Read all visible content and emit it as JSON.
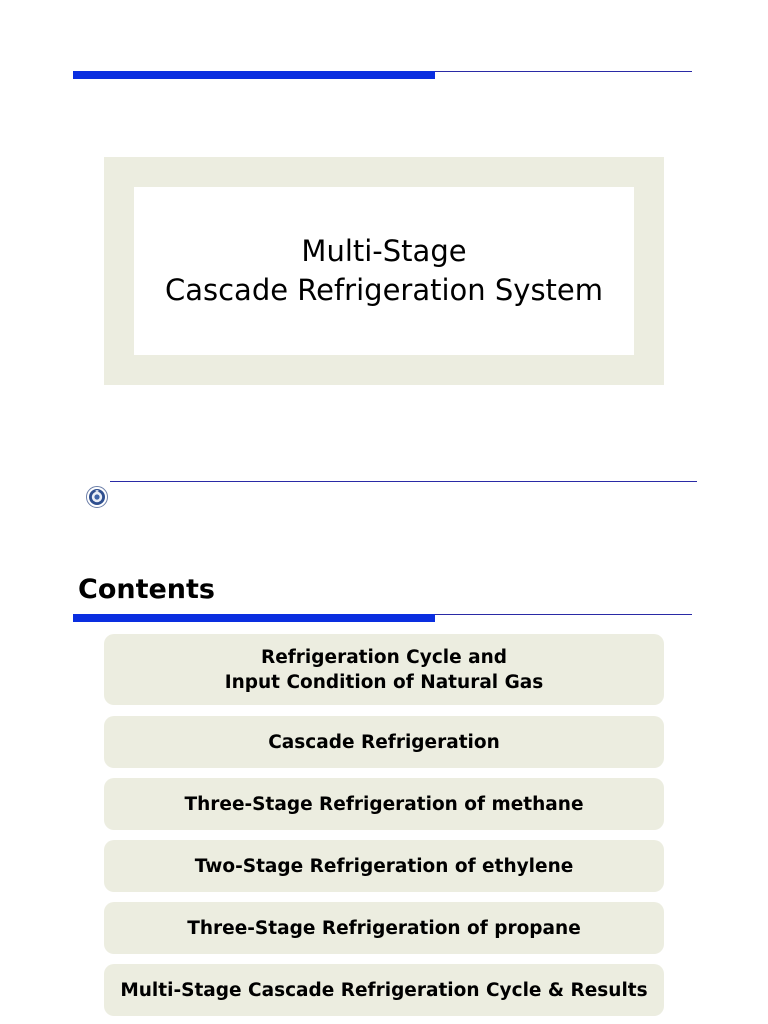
{
  "colors": {
    "accent_blue": "#0a2ee0",
    "rule_thin": "#2a2aa6",
    "panel_bg": "#ecede0"
  },
  "title_slide": {
    "title_line1": "Multi-Stage",
    "title_line2": "Cascade Refrigeration System",
    "logo_icon": "university-seal-icon"
  },
  "contents_slide": {
    "heading": "Contents",
    "items": [
      {
        "line1": "Refrigeration Cycle and",
        "line2": "Input Condition of Natural Gas"
      },
      {
        "line1": "Cascade Refrigeration"
      },
      {
        "line1": "Three-Stage Refrigeration of methane"
      },
      {
        "line1": "Two-Stage Refrigeration of ethylene"
      },
      {
        "line1": "Three-Stage Refrigeration of propane"
      },
      {
        "line1": "Multi-Stage Cascade Refrigeration Cycle & Results"
      }
    ]
  }
}
